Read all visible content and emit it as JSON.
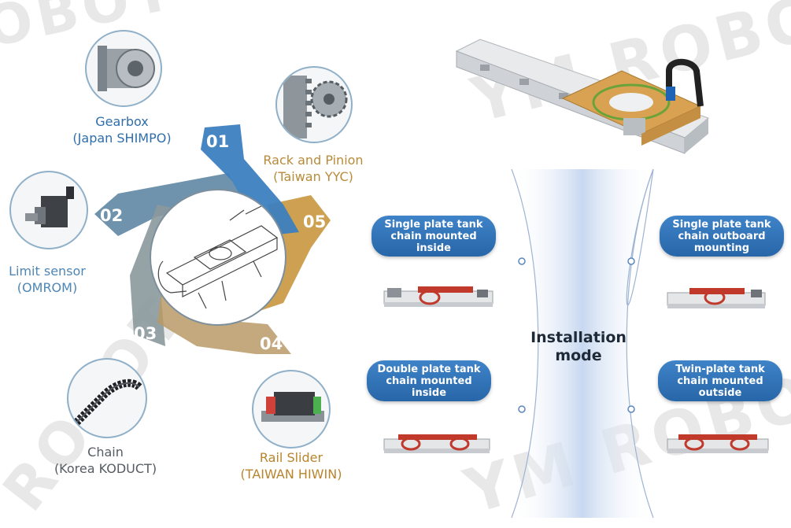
{
  "watermark": {
    "text_top_left": "OBOT",
    "text_top_right": "YM ROBO",
    "text_bottom_left": "ROBOT",
    "text_bottom_right": "YM ROBO"
  },
  "components": [
    {
      "number": "01",
      "name": "Gearbox",
      "origin": "(Japan SHIMPO)"
    },
    {
      "number": "02",
      "name": "Limit sensor",
      "origin": "(OMROM)"
    },
    {
      "number": "03",
      "name": "Chain",
      "origin": "(Korea KODUCT)"
    },
    {
      "number": "04",
      "name": "Rail Slider",
      "origin": "(TAIWAN HIWIN)"
    },
    {
      "number": "05",
      "name": "Rack and Pinion",
      "origin": "(Taiwan YYC)"
    }
  ],
  "installation": {
    "title_line1": "Installation",
    "title_line2": "mode",
    "modes": [
      {
        "line1": "Single plate tank",
        "line2": "chain mounted",
        "line3": "inside"
      },
      {
        "line1": "Single plate tank",
        "line2": "chain outboard",
        "line3": "mounting"
      },
      {
        "line1": "Double plate tank",
        "line2": "chain mounted",
        "line3": "inside"
      },
      {
        "line1": "Twin-plate tank",
        "line2": "chain mounted",
        "line3": "outside"
      }
    ]
  },
  "colors": {
    "arrow_01": "#3c7fbf",
    "arrow_02": "#5f87a3",
    "arrow_03": "#8b999c",
    "arrow_04": "#b89a66",
    "arrow_05": "#c8973e",
    "bubble": "#2f72b8",
    "slider_plate": "#d9a253"
  }
}
